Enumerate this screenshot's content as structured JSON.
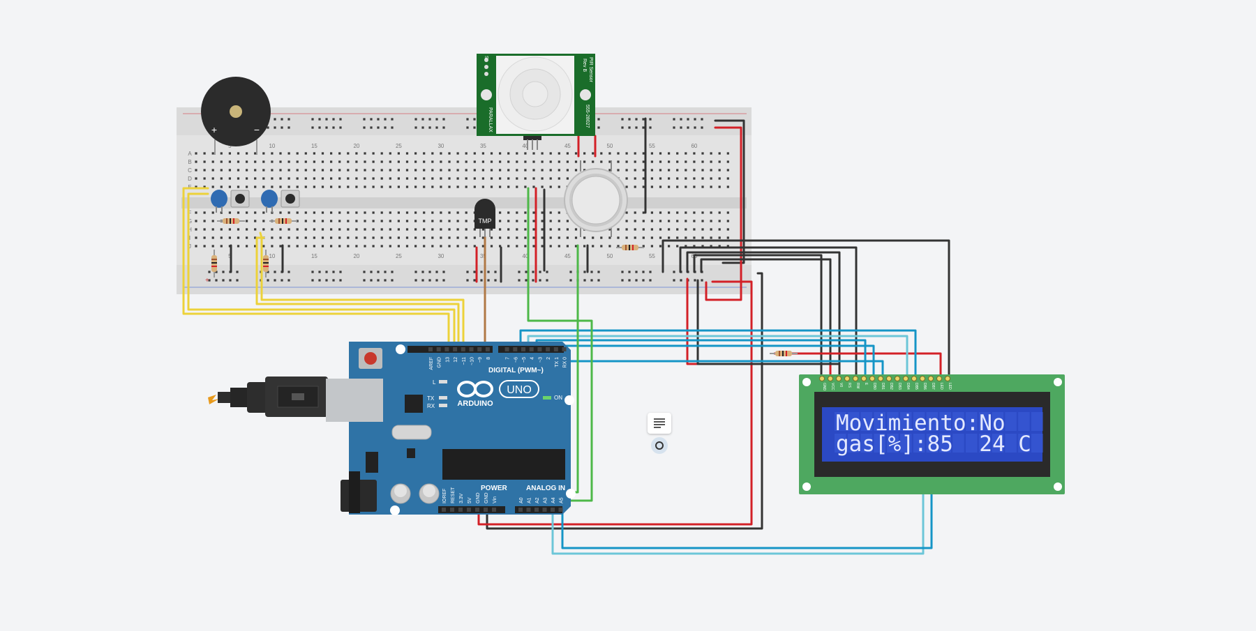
{
  "breadboard": {
    "row_letters": [
      "A",
      "B",
      "C",
      "D",
      "E",
      "F",
      "G",
      "H",
      "I",
      "J"
    ],
    "column_numbers": [
      "5",
      "10",
      "15",
      "20",
      "25",
      "30",
      "35",
      "40",
      "45",
      "50",
      "55",
      "60"
    ]
  },
  "buzzer": {
    "plus": "+",
    "minus": "−"
  },
  "pir_sensor": {
    "brand": "PARALLAX",
    "name": "PIR Sensor",
    "revision": "Rev B",
    "part_number": "555-28027",
    "pins": [
      "S",
      "",
      "",
      ""
    ]
  },
  "temp_sensor": {
    "label": "TMP"
  },
  "arduino": {
    "brand": "ARDUINO",
    "model": "UNO",
    "digital_label": "DIGITAL (PWM~)",
    "power_label": "POWER",
    "analog_label": "ANALOG IN",
    "on_label": "ON",
    "led_labels": [
      "L",
      "TX",
      "RX"
    ],
    "top_pins": [
      "AREF",
      "GND",
      "13",
      "12",
      "~11",
      "~10",
      "~9",
      "8",
      "7",
      "~6",
      "~5",
      "4",
      "~3",
      "2",
      "TX 1",
      "RX 0"
    ],
    "power_pins": [
      "IOREF",
      "RESET",
      "3.3V",
      "5V",
      "GND",
      "GND",
      "Vin"
    ],
    "analog_pins": [
      "A0",
      "A1",
      "A2",
      "A3",
      "A4",
      "A5"
    ]
  },
  "lcd": {
    "pin_labels": [
      "GND",
      "VCC",
      "V0",
      "RS",
      "RW",
      "E",
      "DB0",
      "DB1",
      "DB2",
      "DB3",
      "DB4",
      "DB5",
      "DB6",
      "DB7",
      "LED",
      "LED"
    ],
    "line1": "Movimiento:No",
    "line2": "gas[%]:85  24 C",
    "backlight_color": "#2b49c4",
    "text_color": "#e4e9ff"
  },
  "colors": {
    "wire_red": "#d32027",
    "wire_black": "#333333",
    "wire_yellow": "#ecd23a",
    "wire_green": "#4db848",
    "wire_blue": "#1595c6",
    "wire_lightblue": "#6cc6d8",
    "wire_brown": "#b07845",
    "arduino_blue": "#2f73a6",
    "lcd_green": "#4ea860"
  },
  "icons": [
    "usb-cable-icon",
    "note-icon",
    "buzzer-icon",
    "pushbutton-icon",
    "capacitor-icon",
    "resistor-icon"
  ]
}
